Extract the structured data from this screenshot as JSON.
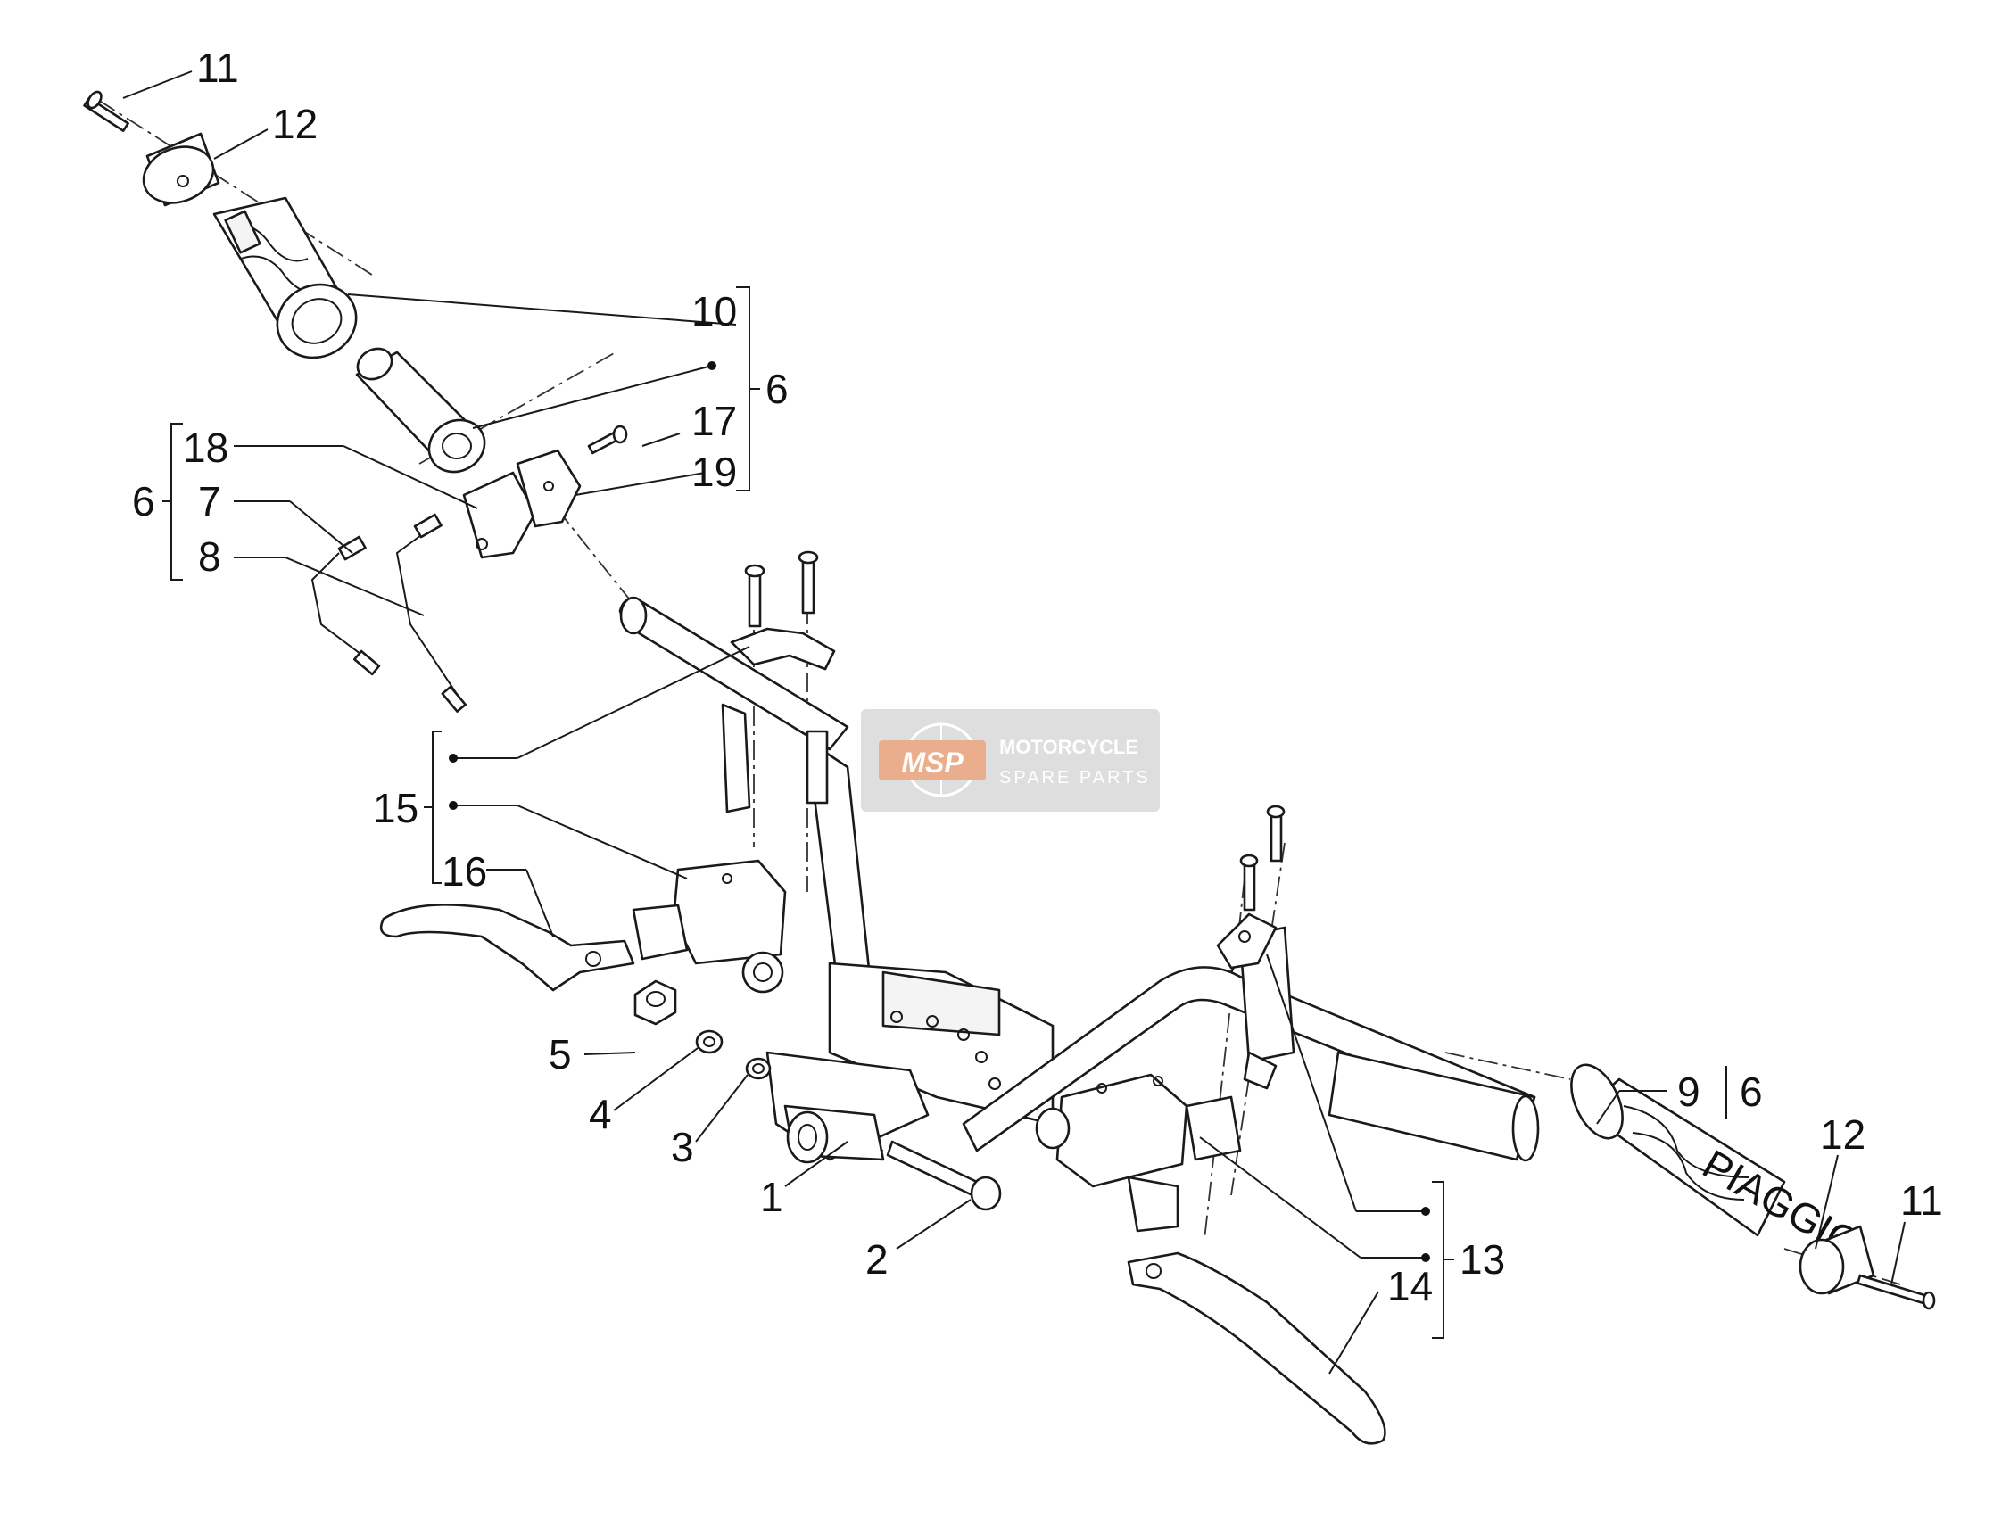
{
  "diagram": {
    "callouts": [
      {
        "id": "c11a",
        "text": "11"
      },
      {
        "id": "c12a",
        "text": "12"
      },
      {
        "id": "c10",
        "text": "10"
      },
      {
        "id": "c6a",
        "text": "6"
      },
      {
        "id": "c17",
        "text": "17"
      },
      {
        "id": "c19",
        "text": "19"
      },
      {
        "id": "c18",
        "text": "18"
      },
      {
        "id": "c6b",
        "text": "6"
      },
      {
        "id": "c7",
        "text": "7"
      },
      {
        "id": "c8",
        "text": "8"
      },
      {
        "id": "c15",
        "text": "15"
      },
      {
        "id": "c16",
        "text": "16"
      },
      {
        "id": "c5",
        "text": "5"
      },
      {
        "id": "c4",
        "text": "4"
      },
      {
        "id": "c3",
        "text": "3"
      },
      {
        "id": "c1",
        "text": "1"
      },
      {
        "id": "c2",
        "text": "2"
      },
      {
        "id": "c9",
        "text": "9"
      },
      {
        "id": "c6c",
        "text": "6"
      },
      {
        "id": "c12b",
        "text": "12"
      },
      {
        "id": "c11b",
        "text": "11"
      },
      {
        "id": "c13",
        "text": "13"
      },
      {
        "id": "c14",
        "text": "14"
      }
    ],
    "grip_text": "PIAGGIO"
  },
  "watermark": {
    "logo_text": "MSP",
    "line1": "MOTORCYCLE",
    "line2": "SPARE PARTS",
    "colors": {
      "orange": "#e8a178",
      "gray": "#d9d9d9"
    }
  }
}
